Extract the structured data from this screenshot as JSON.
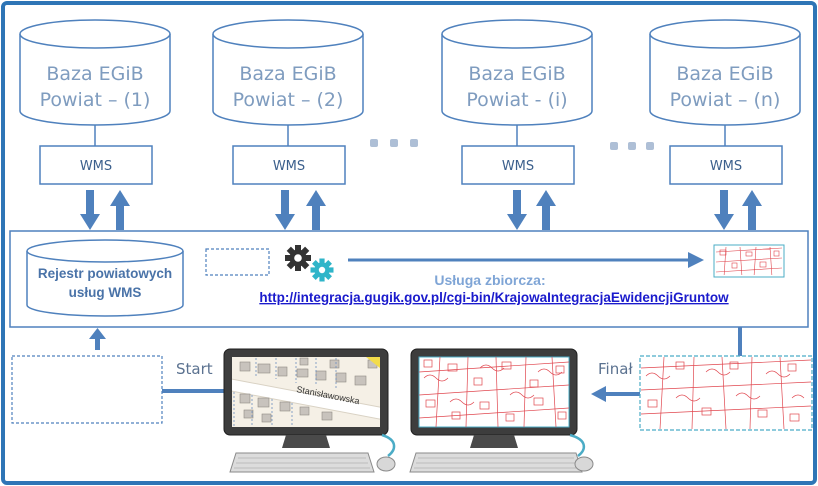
{
  "databases": [
    {
      "line1": "Baza EGiB",
      "line2": "Powiat – (1)"
    },
    {
      "line1": "Baza EGiB",
      "line2": "Powiat – (2)"
    },
    {
      "line1": "Baza EGiB",
      "line2": "Powiat - (i)"
    },
    {
      "line1": "Baza EGiB",
      "line2": "Powiat – (n)"
    }
  ],
  "wms_label": "WMS",
  "registry": {
    "line1": "Rejestr powiatowych",
    "line2": "usług WMS"
  },
  "service": {
    "title": "Usługa zbiorcza:",
    "url": "http://integracja.gugik.gov.pl/cgi-bin/KrajowaIntegracjaEwidencjiGruntow"
  },
  "start_label": "Start",
  "final_label": "Finał",
  "map_street_label": "Stanisławowska",
  "colors": {
    "accent_blue": "#4f81bd",
    "frame_blue": "#2e75b6",
    "parcel_red": "#e0464e",
    "screen_cyan": "#4bacc6"
  }
}
